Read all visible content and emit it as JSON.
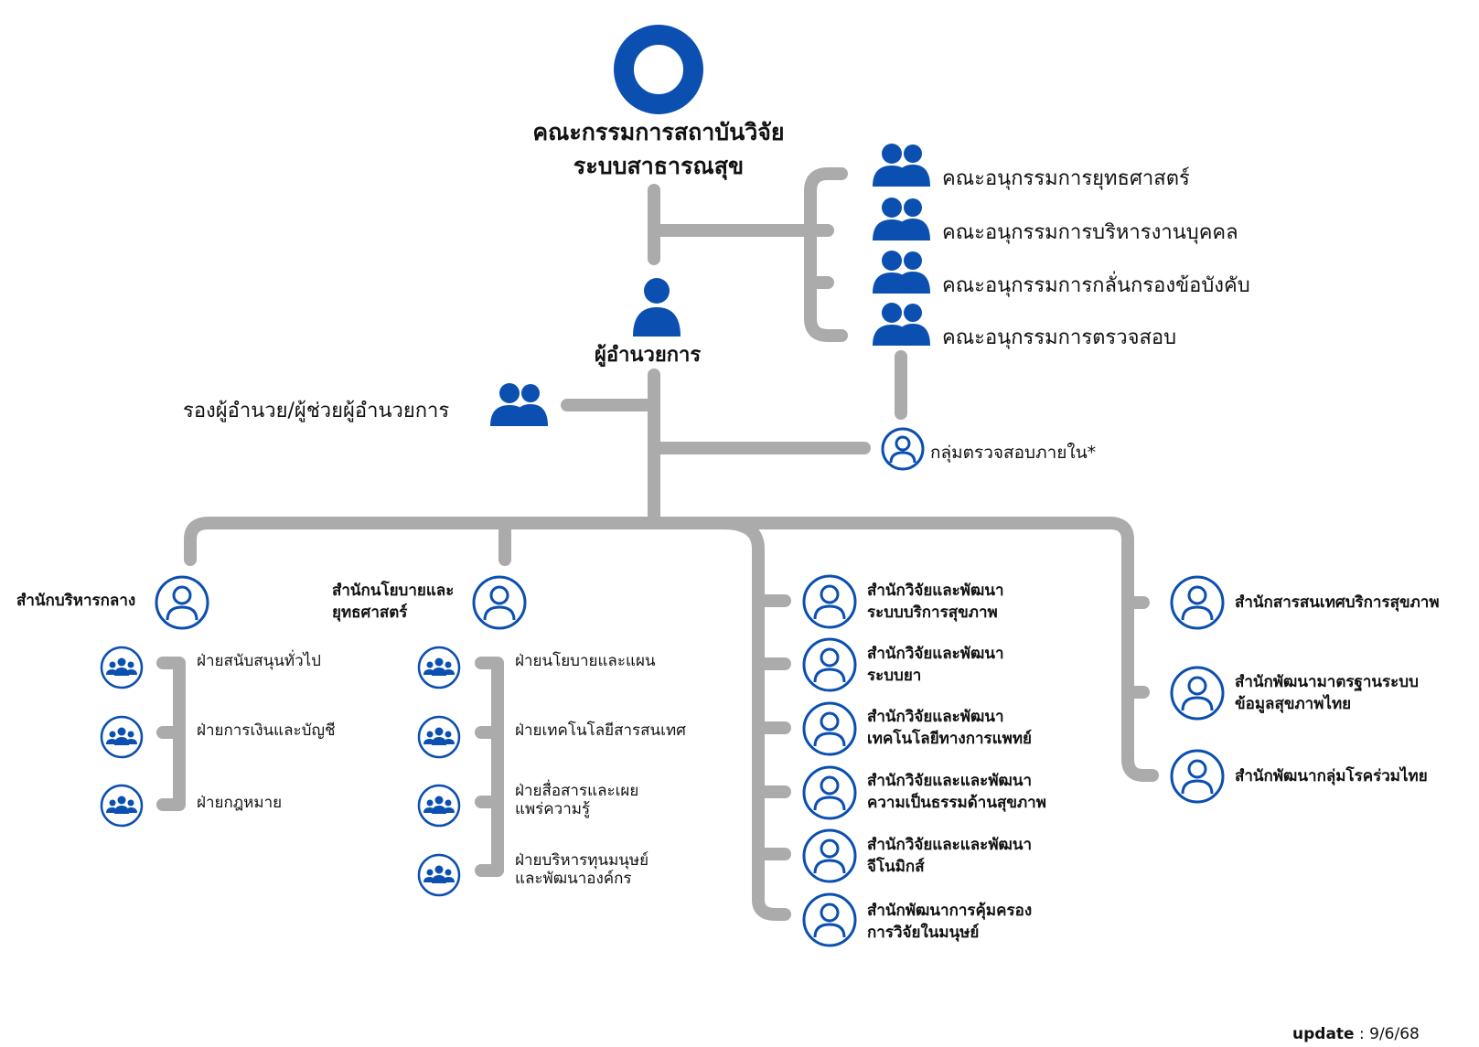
{
  "board": {
    "title_line1": "คณะกรรมการสถาบันวิจัย",
    "title_line2": "ระบบสาธารณสุข"
  },
  "subcommittees": [
    "คณะอนุกรรมการยุทธศาสตร์",
    "คณะอนุกรรมการบริหารงานบุคคล",
    "คณะอนุกรรมการกลั่นกรองข้อบังคับ",
    "คณะอนุกรรมการตรวจสอบ"
  ],
  "internal_audit": "กลุ่มตรวจสอบภายใน*",
  "director": "ผู้อำนวยการ",
  "deputy": "รองผู้อำนวย/ผู้ช่วยผู้อำนวยการ",
  "offices": {
    "central_admin": {
      "name": "สำนักบริหารกลาง",
      "units": [
        "ฝ่ายสนับสนุนทั่วไป",
        "ฝ่ายการเงินและบัญชี",
        "ฝ่ายกฎหมาย"
      ]
    },
    "policy": {
      "name_line1": "สำนักนโยบายและ",
      "name_line2": "ยุทธศาสตร์",
      "units": [
        {
          "l1": "ฝ่ายนโยบายและแผน",
          "l2": ""
        },
        {
          "l1": "ฝ่ายเทคโนโลยีสารสนเทศ",
          "l2": ""
        },
        {
          "l1": "ฝ่ายสื่อสารและเผย",
          "l2": "แพร่ความรู้"
        },
        {
          "l1": "ฝ่ายบริหารทุนมนุษย์",
          "l2": "และพัฒนาองค์กร"
        }
      ]
    },
    "research": [
      {
        "l1": "สำนักวิจัยและพัฒนา",
        "l2": "ระบบบริการสุขภาพ"
      },
      {
        "l1": "สำนักวิจัยและพัฒนา",
        "l2": "ระบบยา"
      },
      {
        "l1": "สำนักวิจัยและพัฒนา",
        "l2": "เทคโนโลยีทางการแพทย์"
      },
      {
        "l1": "สำนักวิจัยและและพัฒนา",
        "l2": "ความเป็นธรรมด้านสุขภาพ"
      },
      {
        "l1": "สำนักวิจัยและและพัฒนา",
        "l2": "จีโนมิกส์"
      },
      {
        "l1": "สำนักพัฒนาการคุ้มครอง",
        "l2": "การวิจัยในมนุษย์"
      }
    ],
    "info": [
      {
        "l1": "สำนักสารสนเทศบริการสุขภาพ",
        "l2": ""
      },
      {
        "l1": "สำนักพัฒนามาตรฐานระบบ",
        "l2": "ข้อมูลสุขภาพไทย"
      },
      {
        "l1": "สำนักพัฒนากลุ่มโรคร่วมไทย",
        "l2": ""
      }
    ]
  },
  "update": {
    "label": "update",
    "sep": " : ",
    "date": "9/6/68"
  },
  "colors": {
    "primary": "#0b4fb0",
    "connector": "#ababab"
  },
  "icons": {
    "logo": "ring-logo-icon",
    "group": "people-group-icon",
    "person": "person-icon",
    "person_circle": "person-circle-icon",
    "team_circle": "team-circle-icon"
  }
}
